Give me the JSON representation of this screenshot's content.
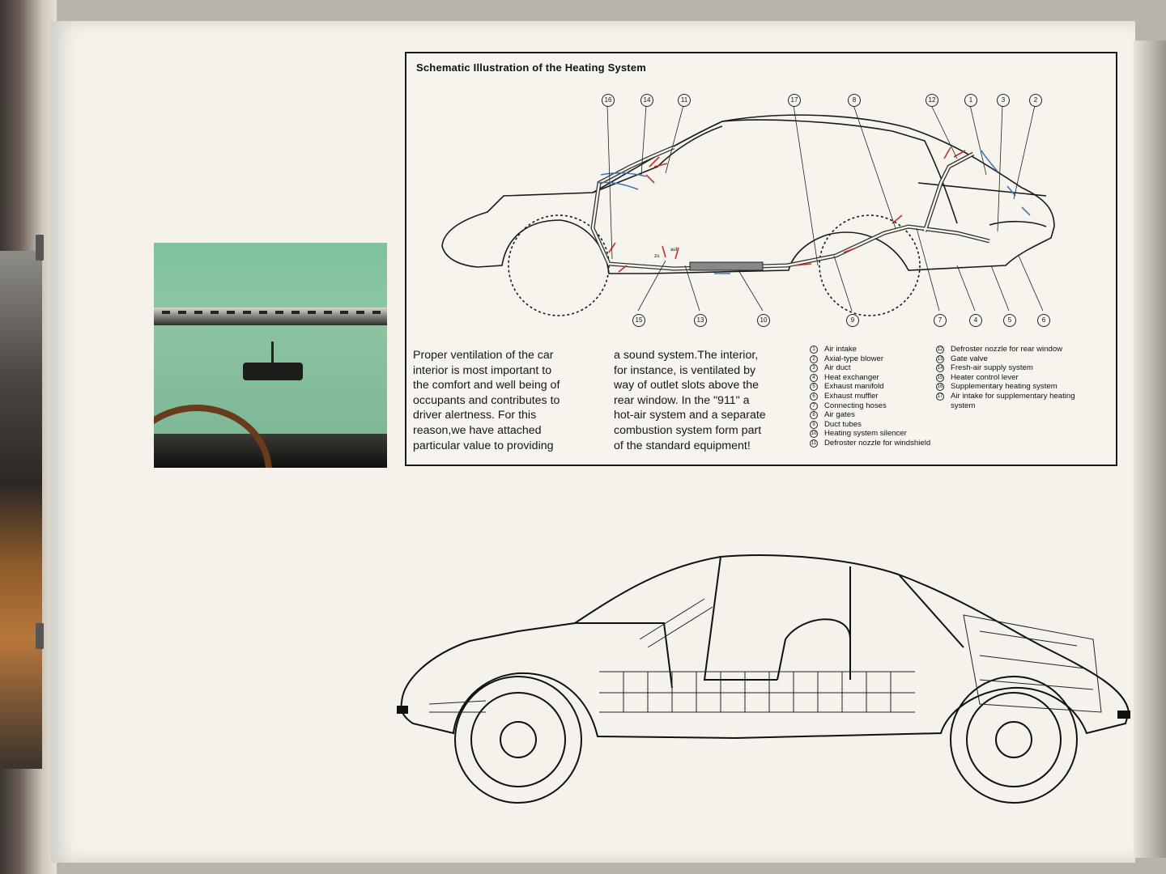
{
  "diagram": {
    "title": "Schematic Illustration of the Heating System",
    "callouts_top": [
      "16",
      "14",
      "11",
      "17",
      "8",
      "12",
      "1",
      "3",
      "2"
    ],
    "callouts_bottom": [
      "15",
      "13",
      "10",
      "9",
      "7",
      "4",
      "5",
      "6"
    ],
    "arrow_labels": [
      "zu",
      "auf"
    ],
    "arrow_colors": {
      "hot_air": "#c8322a",
      "fresh_air": "#3a78b5"
    }
  },
  "body_text": {
    "col1": [
      "Proper ventilation of the car",
      "interior is most important to",
      "the comfort and well being of",
      "occupants and contributes to",
      "driver alertness. For this",
      "reason,we have attached",
      "particular value to providing"
    ],
    "col2": [
      "a sound system.The interior,",
      "for instance, is ventilated by",
      "way of outlet slots above the",
      "rear window. In the \"911\" a",
      "hot-air system and a separate",
      "combustion system form part",
      "of the standard equipment!"
    ]
  },
  "legend": {
    "col1": [
      {
        "num": "1",
        "label": "Air intake"
      },
      {
        "num": "2",
        "label": "Axial-type blower"
      },
      {
        "num": "3",
        "label": "Air duct"
      },
      {
        "num": "4",
        "label": "Heat exchanger"
      },
      {
        "num": "5",
        "label": "Exhaust manifold"
      },
      {
        "num": "6",
        "label": "Exhaust muffler"
      },
      {
        "num": "7",
        "label": "Connecting hoses"
      },
      {
        "num": "8",
        "label": "Air gates"
      },
      {
        "num": "9",
        "label": "Duct tubes"
      },
      {
        "num": "10",
        "label": "Heating system silencer"
      },
      {
        "num": "11",
        "label": "Defroster nozzle for windshield"
      }
    ],
    "col2": [
      {
        "num": "12",
        "label": "Defroster nozzle for rear window"
      },
      {
        "num": "13",
        "label": "Gate valve"
      },
      {
        "num": "14",
        "label": "Fresh-air supply system"
      },
      {
        "num": "15",
        "label": "Heater control lever"
      },
      {
        "num": "16",
        "label": "Supplementary heating system"
      },
      {
        "num": "17",
        "label": "Air intake for supplementary heating system"
      }
    ]
  },
  "photo": {
    "subject": "windshield-interior-photo"
  },
  "colors": {
    "paper": "#f4f2ea",
    "ink": "#161616",
    "photo_green": "#8ec4a3"
  }
}
